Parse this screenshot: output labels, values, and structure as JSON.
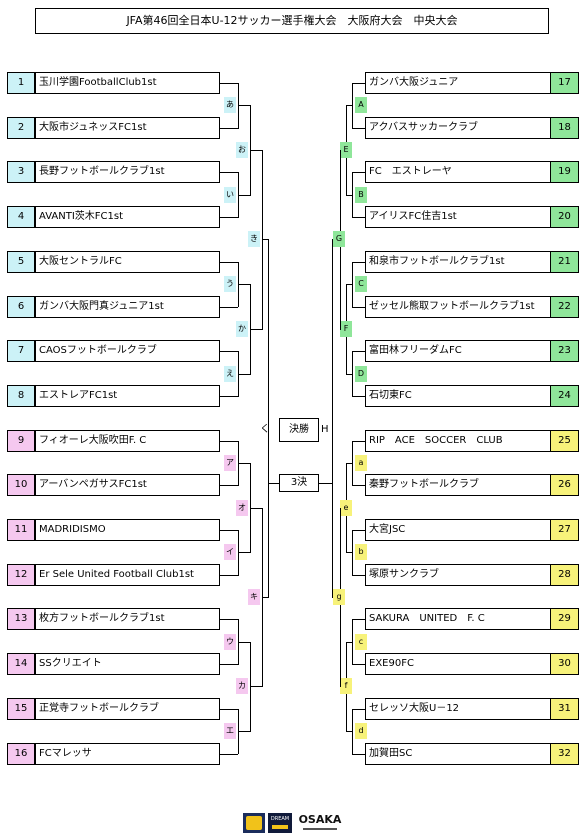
{
  "title": "JFA第46回全日本U-12サッカー選手権大会　大阪府大会　中央大会",
  "left_teams": [
    {
      "num": "1",
      "name": "玉川学園FootballClub1st"
    },
    {
      "num": "2",
      "name": "大阪市ジュネッスFC1st"
    },
    {
      "num": "3",
      "name": "長野フットボールクラブ1st"
    },
    {
      "num": "4",
      "name": "AVANTI茨木FC1st"
    },
    {
      "num": "5",
      "name": "大阪セントラルFC"
    },
    {
      "num": "6",
      "name": "ガンバ大阪門真ジュニア1st"
    },
    {
      "num": "7",
      "name": "CAOSフットボールクラブ"
    },
    {
      "num": "8",
      "name": "エストレアFC1st"
    },
    {
      "num": "9",
      "name": "フィオーレ大阪吹田F. C"
    },
    {
      "num": "10",
      "name": "アーバンペガサスFC1st"
    },
    {
      "num": "11",
      "name": "MADRIDISMO"
    },
    {
      "num": "12",
      "name": "Er Sele United Football Club1st"
    },
    {
      "num": "13",
      "name": "枚方フットボールクラブ1st"
    },
    {
      "num": "14",
      "name": "SSクリエイト"
    },
    {
      "num": "15",
      "name": "正覚寺フットボールクラブ"
    },
    {
      "num": "16",
      "name": "FCマレッサ"
    }
  ],
  "right_teams": [
    {
      "num": "17",
      "name": "ガンバ大阪ジュニア"
    },
    {
      "num": "18",
      "name": "アクバスサッカークラブ"
    },
    {
      "num": "19",
      "name": "FC　エストレーヤ"
    },
    {
      "num": "20",
      "name": "アイリスFC住吉1st"
    },
    {
      "num": "21",
      "name": "和泉市フットボールクラブ1st"
    },
    {
      "num": "22",
      "name": "ゼッセル熊取フットボールクラブ1st"
    },
    {
      "num": "23",
      "name": "富田林フリーダムFC"
    },
    {
      "num": "24",
      "name": "石切東FC"
    },
    {
      "num": "25",
      "name": "RIP　ACE　SOCCER　CLUB"
    },
    {
      "num": "26",
      "name": "秦野フットボールクラブ"
    },
    {
      "num": "27",
      "name": "大宮JSC"
    },
    {
      "num": "28",
      "name": "塚原サンクラブ"
    },
    {
      "num": "29",
      "name": "SAKURA　UNITED　F. C"
    },
    {
      "num": "30",
      "name": "EXE90FC"
    },
    {
      "num": "31",
      "name": "セレッソ大阪U－12"
    },
    {
      "num": "32",
      "name": "加賀田SC"
    }
  ],
  "left_r1_tags": [
    "あ",
    "い",
    "う",
    "え",
    "ア",
    "イ",
    "ウ",
    "エ"
  ],
  "left_r2_tags": [
    "お",
    "か",
    "オ",
    "カ"
  ],
  "left_r3_tags": [
    "き",
    "キ"
  ],
  "right_r1_tags": [
    "A",
    "B",
    "C",
    "D",
    "a",
    "b",
    "c",
    "d"
  ],
  "right_r2_tags": [
    "E",
    "F",
    "e",
    "f"
  ],
  "right_r3_tags": [
    "G",
    "g"
  ],
  "final": {
    "label": "決勝",
    "left_tag": "く",
    "right_tag": "H"
  },
  "third_place": {
    "label": "3決"
  },
  "colors": {
    "left_upper": "#ccf2f7",
    "left_lower": "#f5c8ef",
    "right_upper": "#8fe69a",
    "right_lower": "#f7f27a"
  },
  "footer": {
    "logo_left_text": "DREAM",
    "logo_right_text": "OSAKA"
  }
}
